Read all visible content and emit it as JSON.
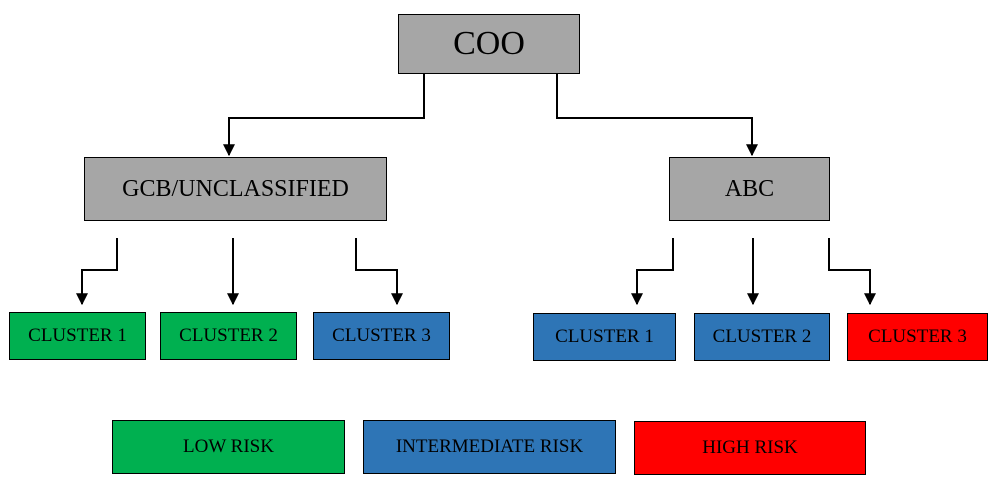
{
  "root": {
    "label": "COO"
  },
  "branches": [
    {
      "label": "GCB/UNCLASSIFIED",
      "clusters": [
        {
          "label": "CLUSTER 1",
          "color": "#00b050"
        },
        {
          "label": "CLUSTER 2",
          "color": "#00b050"
        },
        {
          "label": "CLUSTER 3",
          "color": "#2e75b6"
        }
      ]
    },
    {
      "label": "ABC",
      "clusters": [
        {
          "label": "CLUSTER 1",
          "color": "#2e75b6"
        },
        {
          "label": "CLUSTER 2",
          "color": "#2e75b6"
        },
        {
          "label": "CLUSTER 3",
          "color": "#ff0000"
        }
      ]
    }
  ],
  "legend": [
    {
      "label": "LOW RISK",
      "color": "#00b050"
    },
    {
      "label": "INTERMEDIATE RISK",
      "color": "#2e75b6"
    },
    {
      "label": "HIGH RISK",
      "color": "#ff0000"
    }
  ],
  "colors": {
    "node": "#a6a6a6",
    "low": "#00b050",
    "intermediate": "#2e75b6",
    "high": "#ff0000"
  }
}
